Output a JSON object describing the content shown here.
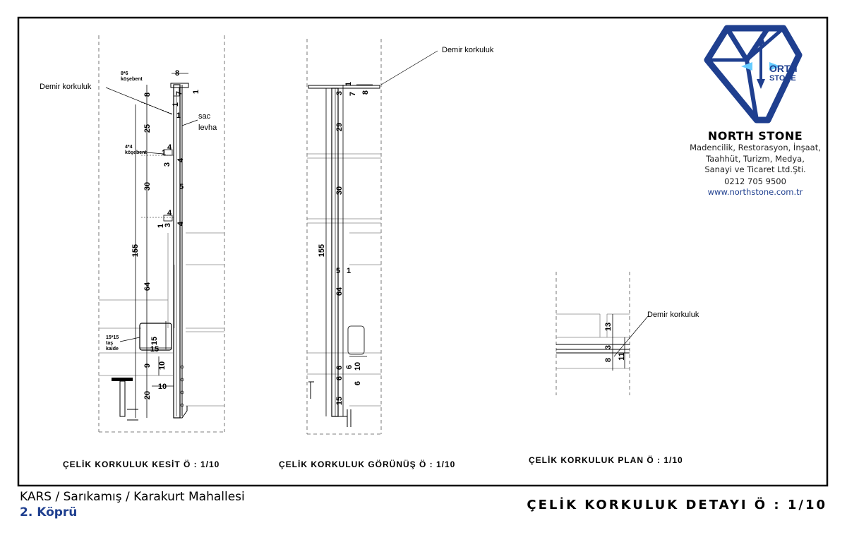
{
  "drawing": {
    "callouts": {
      "section": "Demir korkuluk",
      "elevation": "Demir korkuluk",
      "plan": "Demir korkuluk",
      "sheet_label_1": "sac",
      "sheet_label_2": "levha",
      "angle_8x6_1": "8*6",
      "angle_8x6_2": "köşebent",
      "angle_4x4_1": "4*4",
      "angle_4x4_2": "köşebent",
      "base_1": "15*15",
      "base_2": "taş",
      "base_3": "kaide"
    },
    "section_dims": [
      "8",
      "1",
      "7",
      "1",
      "8",
      "1",
      "25",
      "4",
      "1",
      "3",
      "4",
      "30",
      "5",
      "4",
      "1",
      "3",
      "4",
      "155",
      "64",
      "15",
      "15",
      "9",
      "10",
      "10",
      "20"
    ],
    "elevation_dims": [
      "1",
      "3",
      "7",
      "8",
      "29",
      "30",
      "155",
      "5",
      "1",
      "64",
      "6",
      "6",
      "10",
      "6",
      "6",
      "15"
    ],
    "plan_dims": [
      "13",
      "3",
      "8",
      "11"
    ],
    "captions": {
      "section": "ÇELİK KORKULUK KESİT Ö : 1/10",
      "elevation": "ÇELİK KORKULUK GÖRÜNÜŞ Ö : 1/10",
      "plan": "ÇELİK KORKULUK PLAN Ö : 1/10"
    }
  },
  "company": {
    "logo_text_1": "ORTH",
    "logo_text_2": "STONE",
    "name": "NORTH STONE",
    "desc_1": "Madencilik, Restorasyon, İnşaat,",
    "desc_2": "Taahhüt, Turizm, Medya,",
    "desc_3": "Sanayi ve Ticaret Ltd.Şti.",
    "phone": "0212 705 9500",
    "web": "www.northstone.com.tr",
    "brand_color": "#1f3f8f"
  },
  "footer": {
    "location": "KARS / Sarıkamış / Karakurt Mahallesi",
    "subtitle": "2. Köprü",
    "title": "ÇELİK KORKULUK DETAYI Ö : 1/10"
  }
}
